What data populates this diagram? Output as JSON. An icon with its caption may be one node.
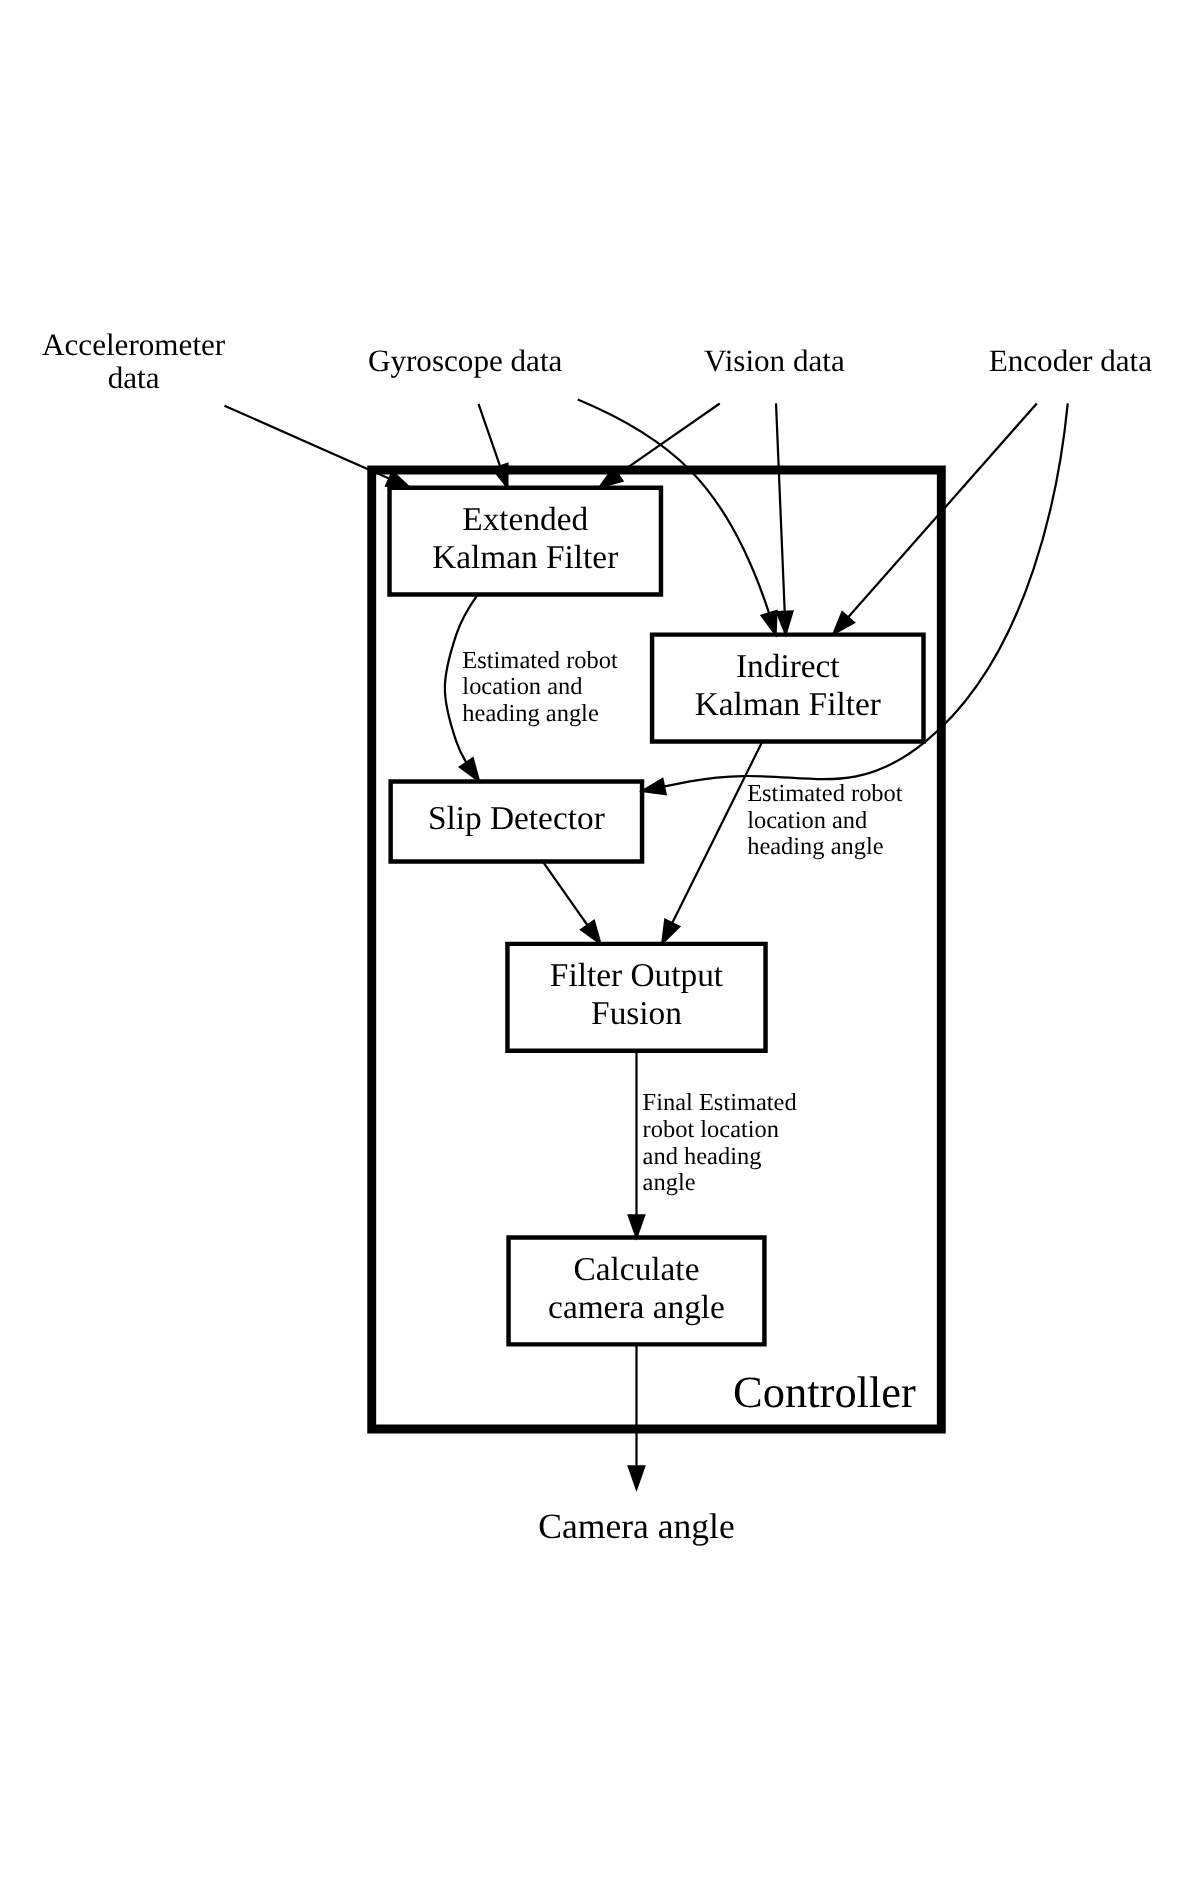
{
  "diagram": {
    "nodes": [
      {
        "text": [
          "Controller"
        ]
      },
      {
        "text": [
          "Accelerometer data"
        ]
      },
      {
        "text": [
          "Gyroscope data"
        ]
      },
      {
        "text": [
          "Vision data"
        ]
      },
      {
        "text": [
          "Encoder data"
        ]
      },
      {
        "text": [
          "Extended Kalman Filter"
        ],
        "in": 0
      },
      {
        "text": [
          "Indirect Kalman Filter"
        ],
        "in": 0
      },
      {
        "text": [
          "Slip Detector"
        ],
        "in": 0
      },
      {
        "text": [
          "Filter Output Fusion"
        ],
        "in": 0
      },
      {
        "text": [
          "Calculate camera angle"
        ],
        "in": 0
      },
      {
        "text": [
          "Camera angle"
        ]
      }
    ],
    "edges": [
      {
        "from": 1,
        "to": 5,
        "arrow": "to"
      },
      {
        "from": 2,
        "to": 5,
        "arrow": "to"
      },
      {
        "from": 2,
        "to": 6,
        "arrow": "to"
      },
      {
        "from": 3,
        "to": 5,
        "arrow": "to"
      },
      {
        "from": 3,
        "to": 6,
        "arrow": "to"
      },
      {
        "from": 4,
        "to": 6,
        "arrow": "to"
      },
      {
        "from": 4,
        "to": 7,
        "arrow": "to"
      },
      {
        "from": 5,
        "to": 7,
        "arrow": "to",
        "label": "Estimated robot location and heading angle"
      },
      {
        "from": 6,
        "to": 8,
        "arrow": "to",
        "label": "Estimated robot location and heading angle"
      },
      {
        "from": 7,
        "to": 8,
        "arrow": "to"
      },
      {
        "from": 8,
        "to": 9,
        "arrow": "to",
        "label": "Final Estimated robot location and heading angle"
      },
      {
        "from": 9,
        "to": 10,
        "arrow": "to"
      }
    ]
  }
}
